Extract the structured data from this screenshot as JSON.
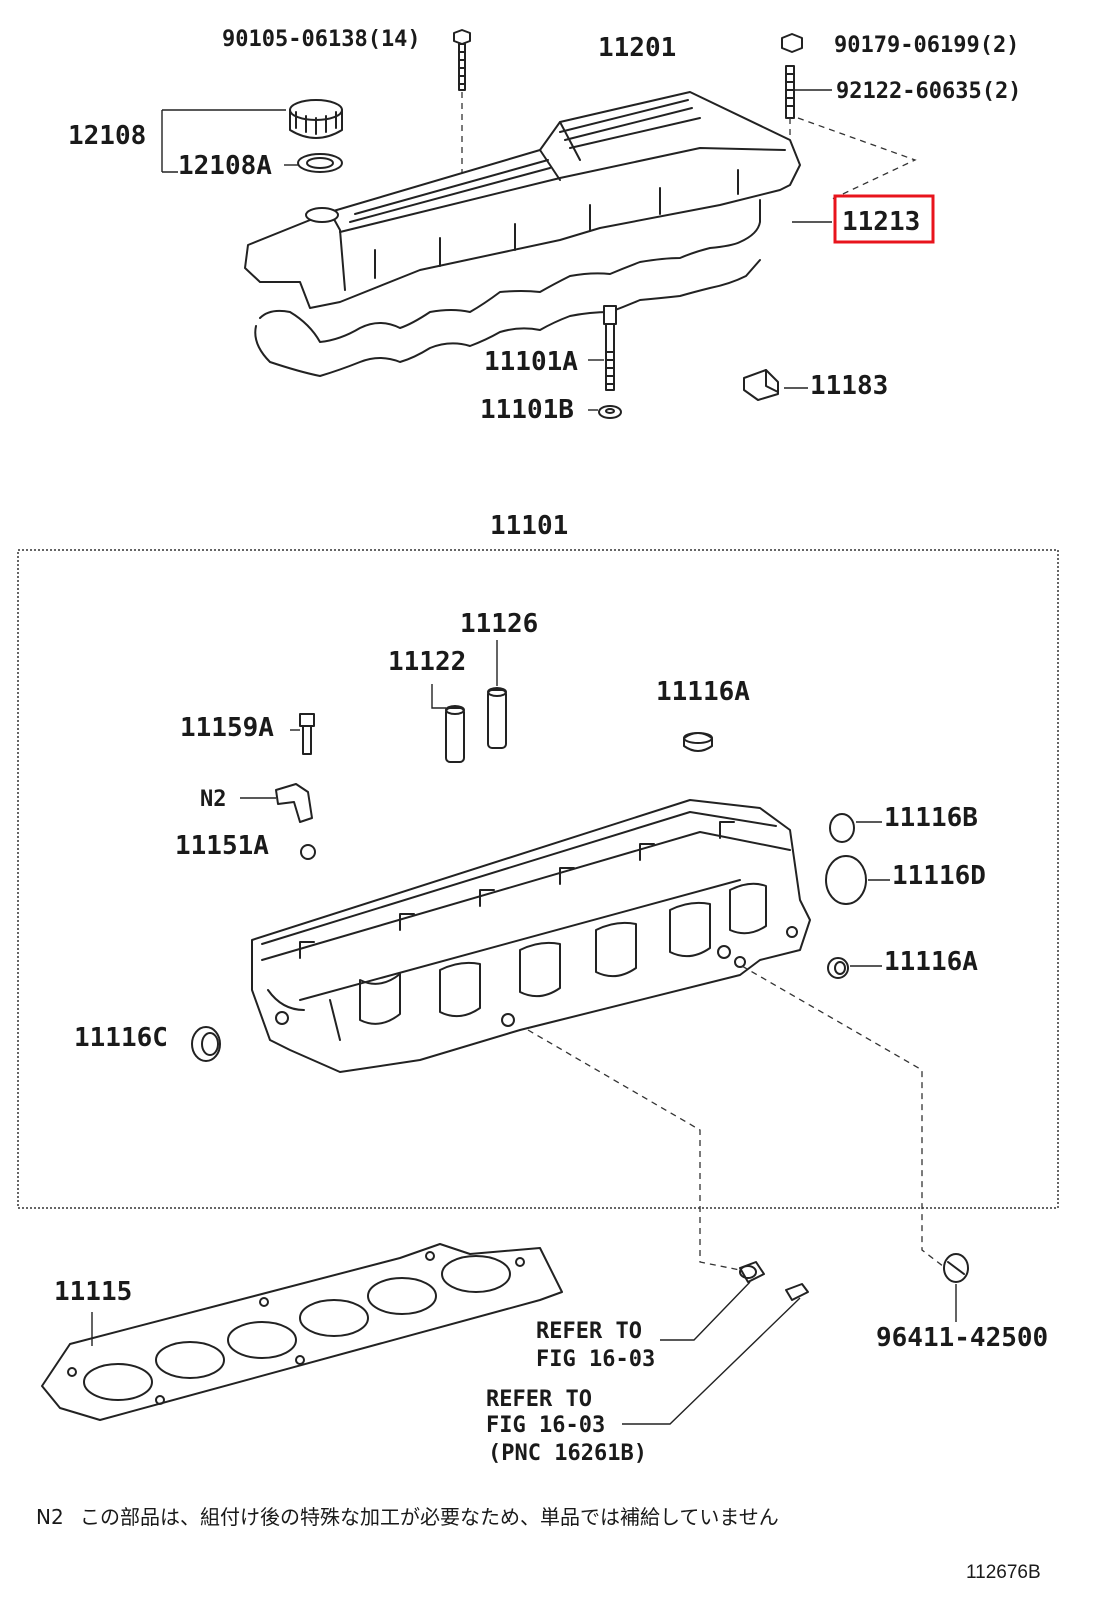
{
  "labels": {
    "bolt_90105": "90105-06138(14)",
    "head_cover": "11201",
    "nut_90179": "90179-06199(2)",
    "stud_92122": "92122-60635(2)",
    "cap_12108": "12108",
    "gasket_12108A": "12108A",
    "gasket_11213": "11213",
    "bolt_11101A": "11101A",
    "washer_11101B": "11101B",
    "seal_11183": "11183",
    "cylinder_head_assy": "11101",
    "guide_11126": "11126",
    "guide_11122": "11122",
    "plug_11116A_top": "11116A",
    "bolt_11159A": "11159A",
    "note_ref_n2": "N2",
    "part_11151A": "11151A",
    "plug_11116B": "11116B",
    "plug_11116D": "11116D",
    "plug_11116A_mid": "11116A",
    "plug_11116C": "11116C",
    "head_gasket_11115": "11115",
    "pin_96411": "96411-42500",
    "refer1_line1": "REFER TO",
    "refer1_line2": "FIG 16-03",
    "refer2_line1": "REFER TO",
    "refer2_line2": "FIG 16-03",
    "refer2_line3": "(PNC 16261B)"
  },
  "highlight": {
    "label": "11213",
    "color": "#e8141c"
  },
  "footnote": {
    "marker": "N2",
    "text": "この部品は、組付け後の特殊な加工が必要なため、単品では補給していません"
  },
  "diagram_code": "112676B"
}
